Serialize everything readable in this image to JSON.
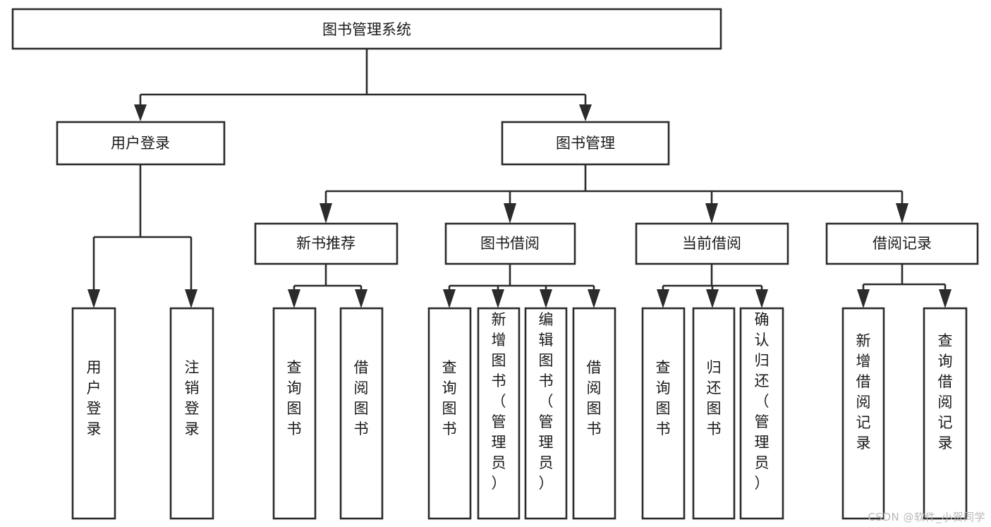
{
  "diagram": {
    "type": "tree-hierarchy",
    "title": "图书管理系统",
    "watermark": "CSDN @软件_小贺同学",
    "colors": {
      "stroke": "#2b2b2b",
      "fill": "#ffffff",
      "text": "#1a1a1a",
      "watermark": "#b9b9b9",
      "background": "#ffffff"
    },
    "levels": {
      "root": {
        "label": "图书管理系统"
      },
      "level2": [
        {
          "label": "用户登录"
        },
        {
          "label": "图书管理"
        }
      ],
      "level3": [
        {
          "label": "新书推荐"
        },
        {
          "label": "图书借阅"
        },
        {
          "label": "当前借阅"
        },
        {
          "label": "借阅记录"
        }
      ],
      "leaves": [
        {
          "label": "用户登录",
          "parent": "用户登录"
        },
        {
          "label": "注销登录",
          "parent": "用户登录"
        },
        {
          "label": "查询图书",
          "parent": "新书推荐"
        },
        {
          "label": "借阅图书",
          "parent": "新书推荐"
        },
        {
          "label": "查询图书",
          "parent": "图书借阅"
        },
        {
          "label": "新增图书（管理员）",
          "parent": "图书借阅"
        },
        {
          "label": "编辑图书（管理员）",
          "parent": "图书借阅"
        },
        {
          "label": "借阅图书",
          "parent": "图书借阅"
        },
        {
          "label": "查询图书",
          "parent": "当前借阅"
        },
        {
          "label": "归还图书",
          "parent": "当前借阅"
        },
        {
          "label": "确认归还（管理员）",
          "parent": "当前借阅"
        },
        {
          "label": "新增借阅记录",
          "parent": "借阅记录"
        },
        {
          "label": "查询借阅记录",
          "parent": "借阅记录"
        }
      ]
    }
  }
}
